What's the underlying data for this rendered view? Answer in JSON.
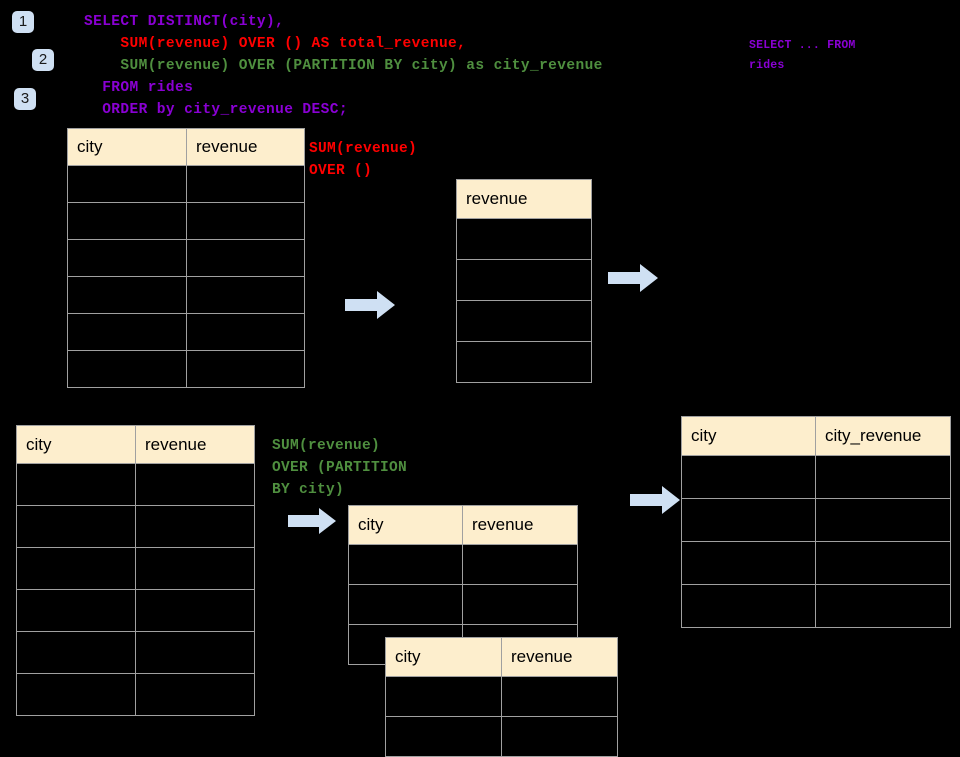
{
  "theme": {
    "background": "#000000",
    "badge_bg": "#cfe0f3",
    "header_bg": "#fdeecd",
    "border": "#a0a0a0",
    "purple": "#8a00d4",
    "red": "#ff0000",
    "green": "#4f8f3f",
    "arrow": "#cfe0f3"
  },
  "badges": [
    {
      "label": "1"
    },
    {
      "label": "2"
    },
    {
      "label": "3"
    }
  ],
  "sql": {
    "line1": "SELECT DISTINCT(city),",
    "line2": "    SUM(revenue) OVER () AS total_revenue,",
    "line3": "    SUM(revenue) OVER (PARTITION BY city) as city_revenue",
    "line4": "  FROM rides",
    "line5": "  ORDER by city_revenue DESC;"
  },
  "side_note": {
    "line1": "SELECT ... FROM",
    "line2": "rides"
  },
  "annotations": {
    "total_revenue": "SUM(revenue)\nOVER ()",
    "city_revenue": "SUM(revenue)\nOVER (PARTITION\nBY city)"
  },
  "tables": {
    "source_top": {
      "name": "rides-source-top",
      "columns": [
        "city",
        "revenue"
      ],
      "row_count": 6,
      "rows": [
        [
          "",
          ""
        ],
        [
          "",
          ""
        ],
        [
          "",
          ""
        ],
        [
          "",
          ""
        ],
        [
          "",
          ""
        ],
        [
          "",
          ""
        ]
      ]
    },
    "revenue_single": {
      "name": "total-revenue-column",
      "columns": [
        "revenue"
      ],
      "row_count": 4,
      "rows": [
        [
          ""
        ],
        [
          ""
        ],
        [
          ""
        ],
        [
          ""
        ]
      ]
    },
    "source_bottom": {
      "name": "rides-source-bottom",
      "columns": [
        "city",
        "revenue"
      ],
      "row_count": 6,
      "rows": [
        [
          "",
          ""
        ],
        [
          "",
          ""
        ],
        [
          "",
          ""
        ],
        [
          "",
          ""
        ],
        [
          "",
          ""
        ],
        [
          "",
          ""
        ]
      ]
    },
    "partition_back": {
      "name": "partition-group-back",
      "columns": [
        "city",
        "revenue"
      ],
      "row_count": 3,
      "rows": [
        [
          "",
          ""
        ],
        [
          "",
          ""
        ],
        [
          "",
          ""
        ]
      ]
    },
    "partition_front": {
      "name": "partition-group-front",
      "columns": [
        "city",
        "revenue"
      ],
      "row_count": 2,
      "rows": [
        [
          "",
          ""
        ],
        [
          "",
          ""
        ]
      ]
    },
    "result": {
      "name": "final-result",
      "columns": [
        "city",
        "city_revenue"
      ],
      "row_count": 4,
      "rows": [
        [
          "",
          ""
        ],
        [
          "",
          ""
        ],
        [
          "",
          ""
        ],
        [
          "",
          ""
        ]
      ]
    }
  },
  "arrows": [
    {
      "name": "arrow-source-to-revenue"
    },
    {
      "name": "arrow-revenue-to-result"
    },
    {
      "name": "arrow-source-to-partition"
    },
    {
      "name": "arrow-partition-to-result"
    }
  ]
}
